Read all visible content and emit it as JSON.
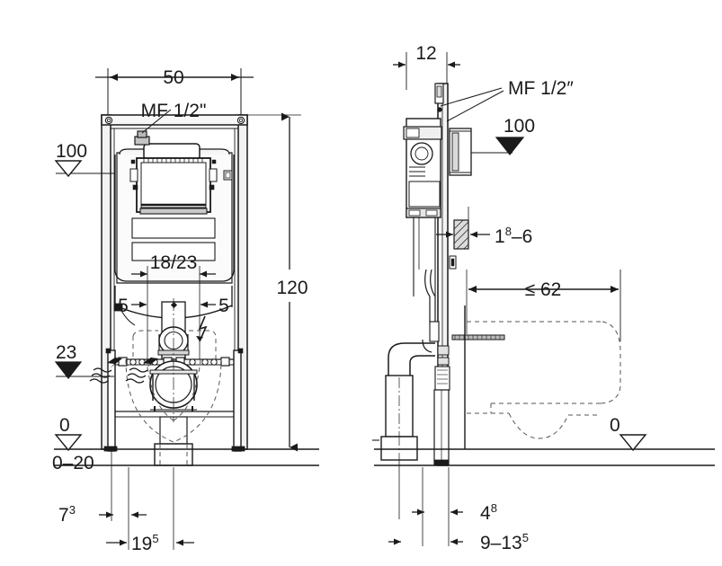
{
  "drawing": {
    "title": "Wall-hung WC installation frame - dimensioned drawing",
    "units": "cm",
    "line_color": "#1a1a1a",
    "hidden_line_color": "#555555",
    "fill_light": "#e9e9e9",
    "fill_mid": "#cfcfcf"
  },
  "front_view": {
    "name": "front-elevation",
    "dimensions": {
      "width_top": "50",
      "height_total": "120",
      "bowl_fixing_centres": "18/23",
      "left_offset": "5",
      "right_offset": "5",
      "foot_offset": "7",
      "foot_offset_sup": "3",
      "outlet_offset": "19",
      "outlet_offset_sup": "5",
      "floor_range": "0–20"
    },
    "callouts": {
      "water_connection": "MF 1/2\""
    },
    "levels": [
      {
        "value": "100",
        "marker": "hollow-triangle"
      },
      {
        "value": "23",
        "marker": "filled-triangle"
      },
      {
        "value": "0",
        "marker": "hollow-triangle"
      }
    ]
  },
  "side_view": {
    "name": "side-section",
    "dimensions": {
      "frame_depth": "12",
      "wall_thickness": "1",
      "wall_thickness_sup": "8",
      "wall_thickness_to": "–6",
      "projection_max": "≤ 62",
      "floor_dim_a": "4",
      "floor_dim_a_sup": "8",
      "floor_dim_b": "9–13",
      "floor_dim_b_sup": "5"
    },
    "callouts": {
      "water_connection": "MF 1/2″"
    },
    "levels": [
      {
        "value": "100",
        "marker": "filled-triangle"
      },
      {
        "value": "0",
        "marker": "hollow-triangle"
      }
    ]
  }
}
